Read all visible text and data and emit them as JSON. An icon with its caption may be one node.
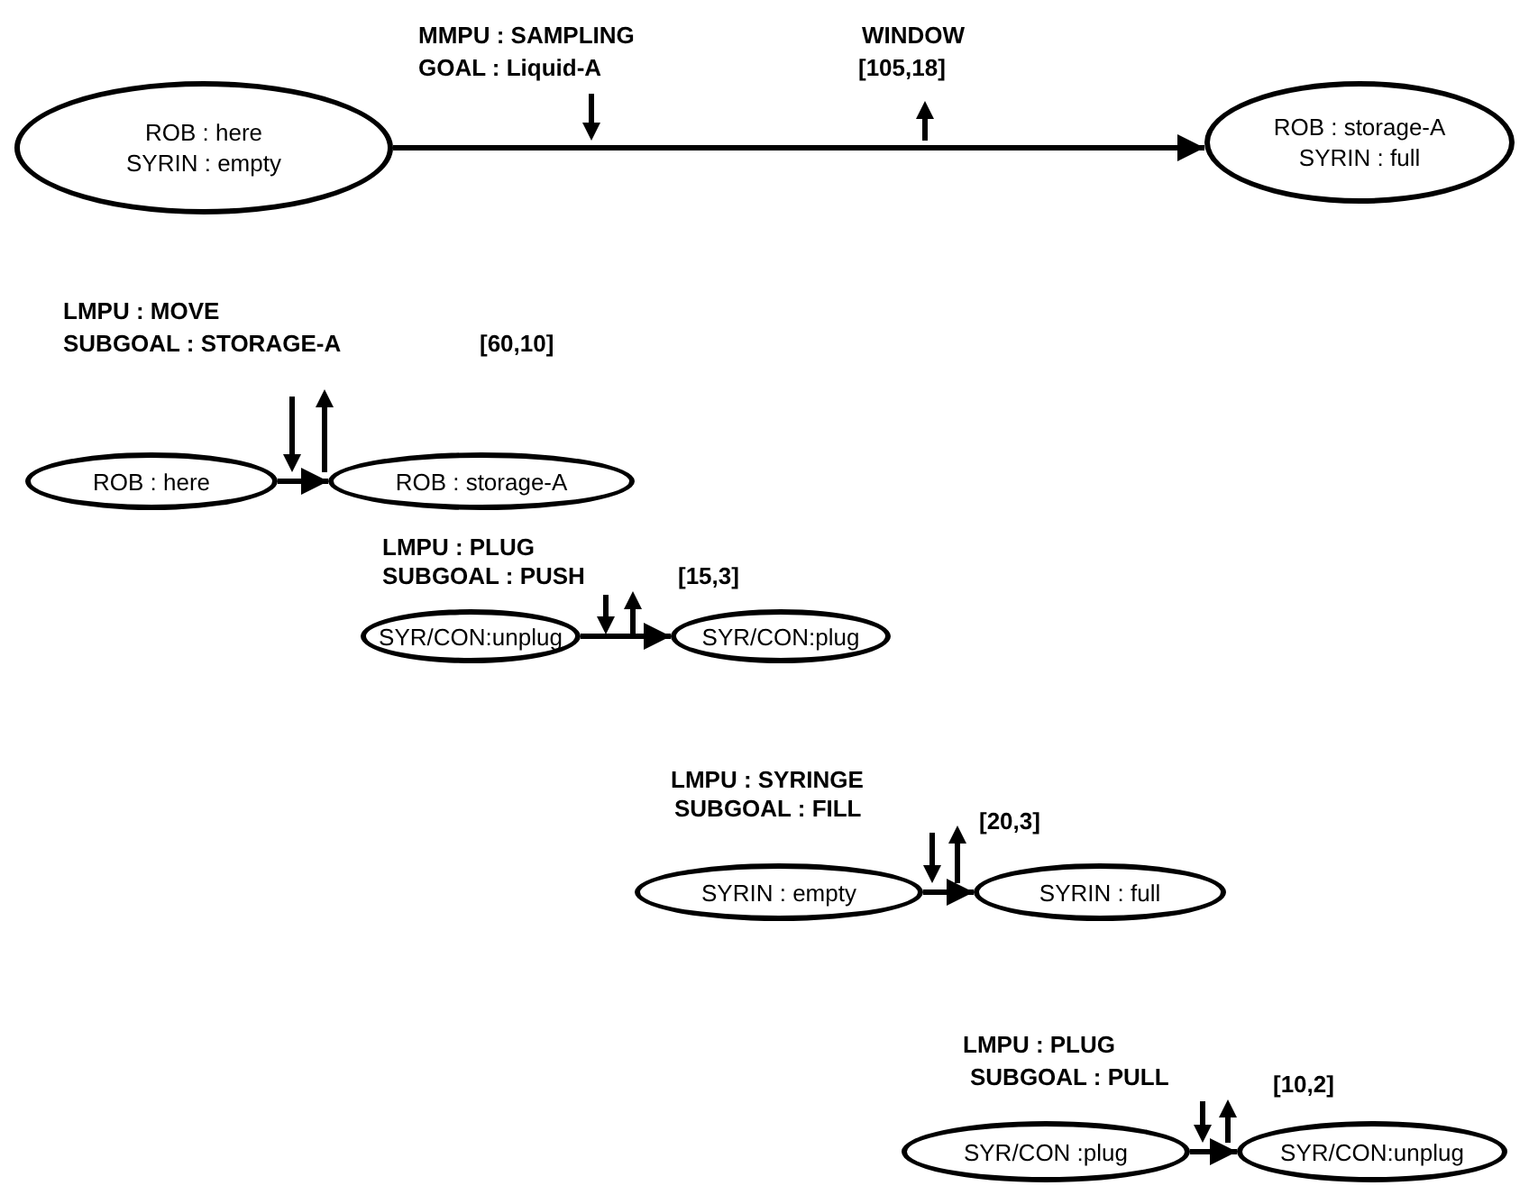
{
  "diagram": {
    "nodes": [
      {
        "text": [
          "ROB : here",
          "SYRIN : empty"
        ]
      },
      {
        "text": [
          "ROB : storage-A",
          "SYRIN : full"
        ]
      },
      {
        "text": [
          "ROB : here"
        ]
      },
      {
        "text": [
          "ROB : storage-A"
        ]
      },
      {
        "text": [
          "SYR/CON:unplug"
        ]
      },
      {
        "text": [
          "SYR/CON:plug"
        ]
      },
      {
        "text": [
          "SYRIN : empty"
        ]
      },
      {
        "text": [
          "SYRIN : full"
        ]
      },
      {
        "text": [
          "SYR/CON :plug"
        ]
      },
      {
        "text": [
          "SYR/CON:unplug"
        ]
      }
    ],
    "edges": [
      {
        "from": 0,
        "to": 1,
        "arrow": "to"
      },
      {
        "from": 2,
        "to": 3,
        "arrow": "to"
      },
      {
        "from": 4,
        "to": 5,
        "arrow": "to"
      },
      {
        "from": 6,
        "to": 7,
        "arrow": "to"
      },
      {
        "from": 8,
        "to": 9,
        "arrow": "to"
      }
    ],
    "labels": [
      "MMPU : SAMPLING",
      "GOAL : Liquid-A",
      "WINDOW",
      "[105,18]",
      "LMPU : MOVE",
      "SUBGOAL : STORAGE-A",
      "[60,10]",
      "LMPU : PLUG",
      "SUBGOAL : PUSH",
      "[15,3]",
      "LMPU : SYRINGE",
      "SUBGOAL : FILL",
      "[20,3]",
      "LMPU : PLUG",
      "SUBGOAL : PULL",
      "[10,2]"
    ]
  }
}
